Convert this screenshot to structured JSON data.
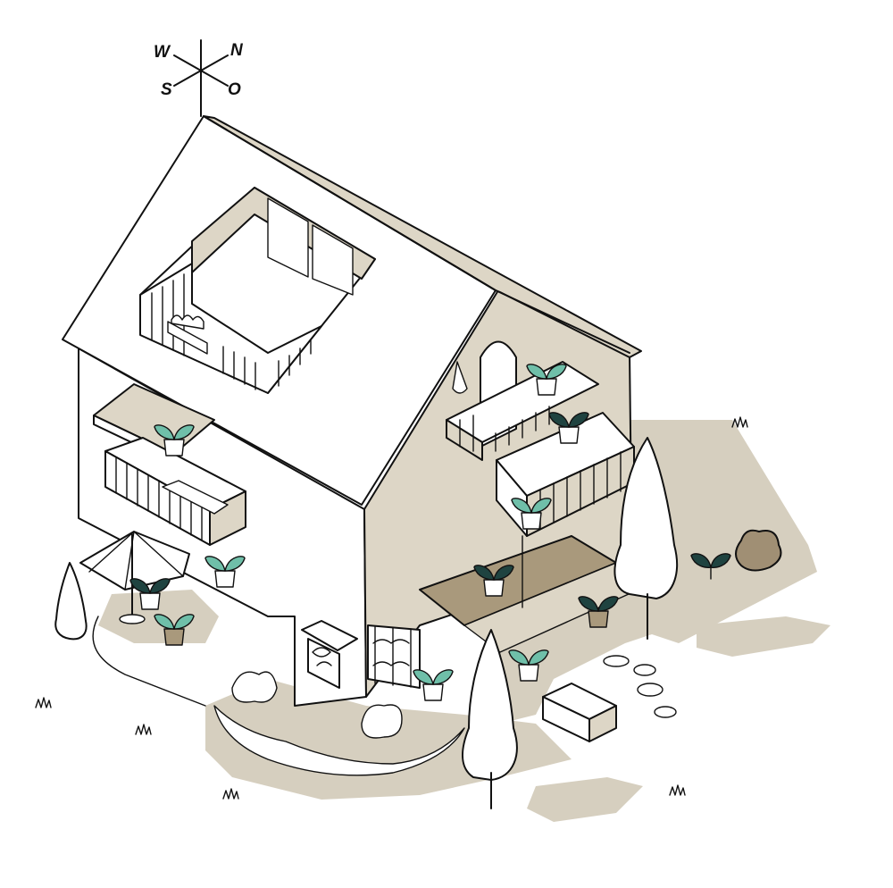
{
  "compass": {
    "west_label": "W",
    "north_label": "N",
    "south_label": "S",
    "east_label": "O"
  },
  "palette": {
    "shadow": "#d6cfbf",
    "wall_shade": "#ddd6c6",
    "dark_shade": "#a9997c",
    "plant_teal": "#6fbfa9",
    "plant_dark": "#1f4340",
    "bush_brown": "#a08f74",
    "outline": "#111111"
  }
}
